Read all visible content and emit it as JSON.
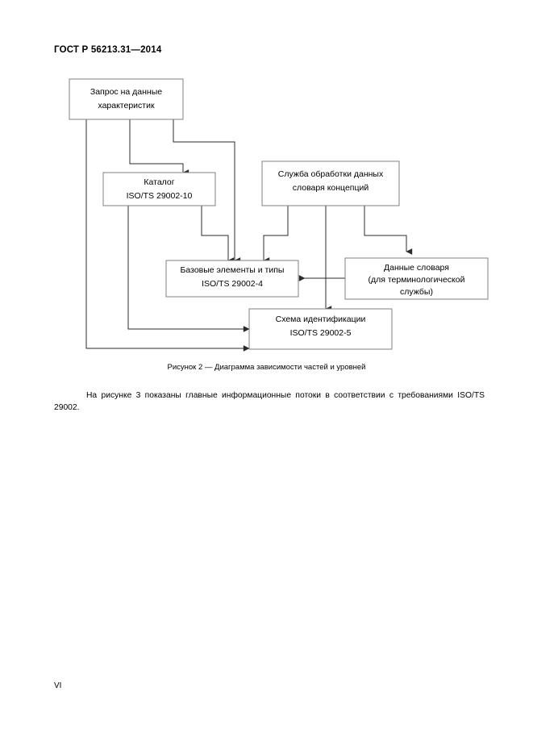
{
  "document": {
    "header": "ГОСТ Р 56213.31—2014",
    "page_number": "VI"
  },
  "figure": {
    "caption": "Рисунок 2 — Диаграмма зависимости частей и уровней",
    "nodes": {
      "request": {
        "line1": "Запрос на данные",
        "line2": "характеристик"
      },
      "catalog": {
        "line1": "Каталог",
        "line2": "ISO/TS 29002-10"
      },
      "service": {
        "line1": "Служба обработки данных",
        "line2": "словаря концепций"
      },
      "basic": {
        "line1": "Базовые элементы и типы",
        "line2": "ISO/TS 29002-4"
      },
      "dictionary": {
        "line1": "Данные словаря",
        "line2": "(для терминологической",
        "line3": "службы)"
      },
      "identification": {
        "line1": "Схема идентификации",
        "line2": "ISO/TS 29002-5"
      }
    },
    "colors": {
      "stroke": "#808080",
      "connector": "#2b2b2b",
      "text": "#000000",
      "background": "#ffffff"
    }
  },
  "body": {
    "paragraph": "На рисунке 3 показаны главные информационные потоки в соответствии с требованиями ISO/TS 29002."
  }
}
